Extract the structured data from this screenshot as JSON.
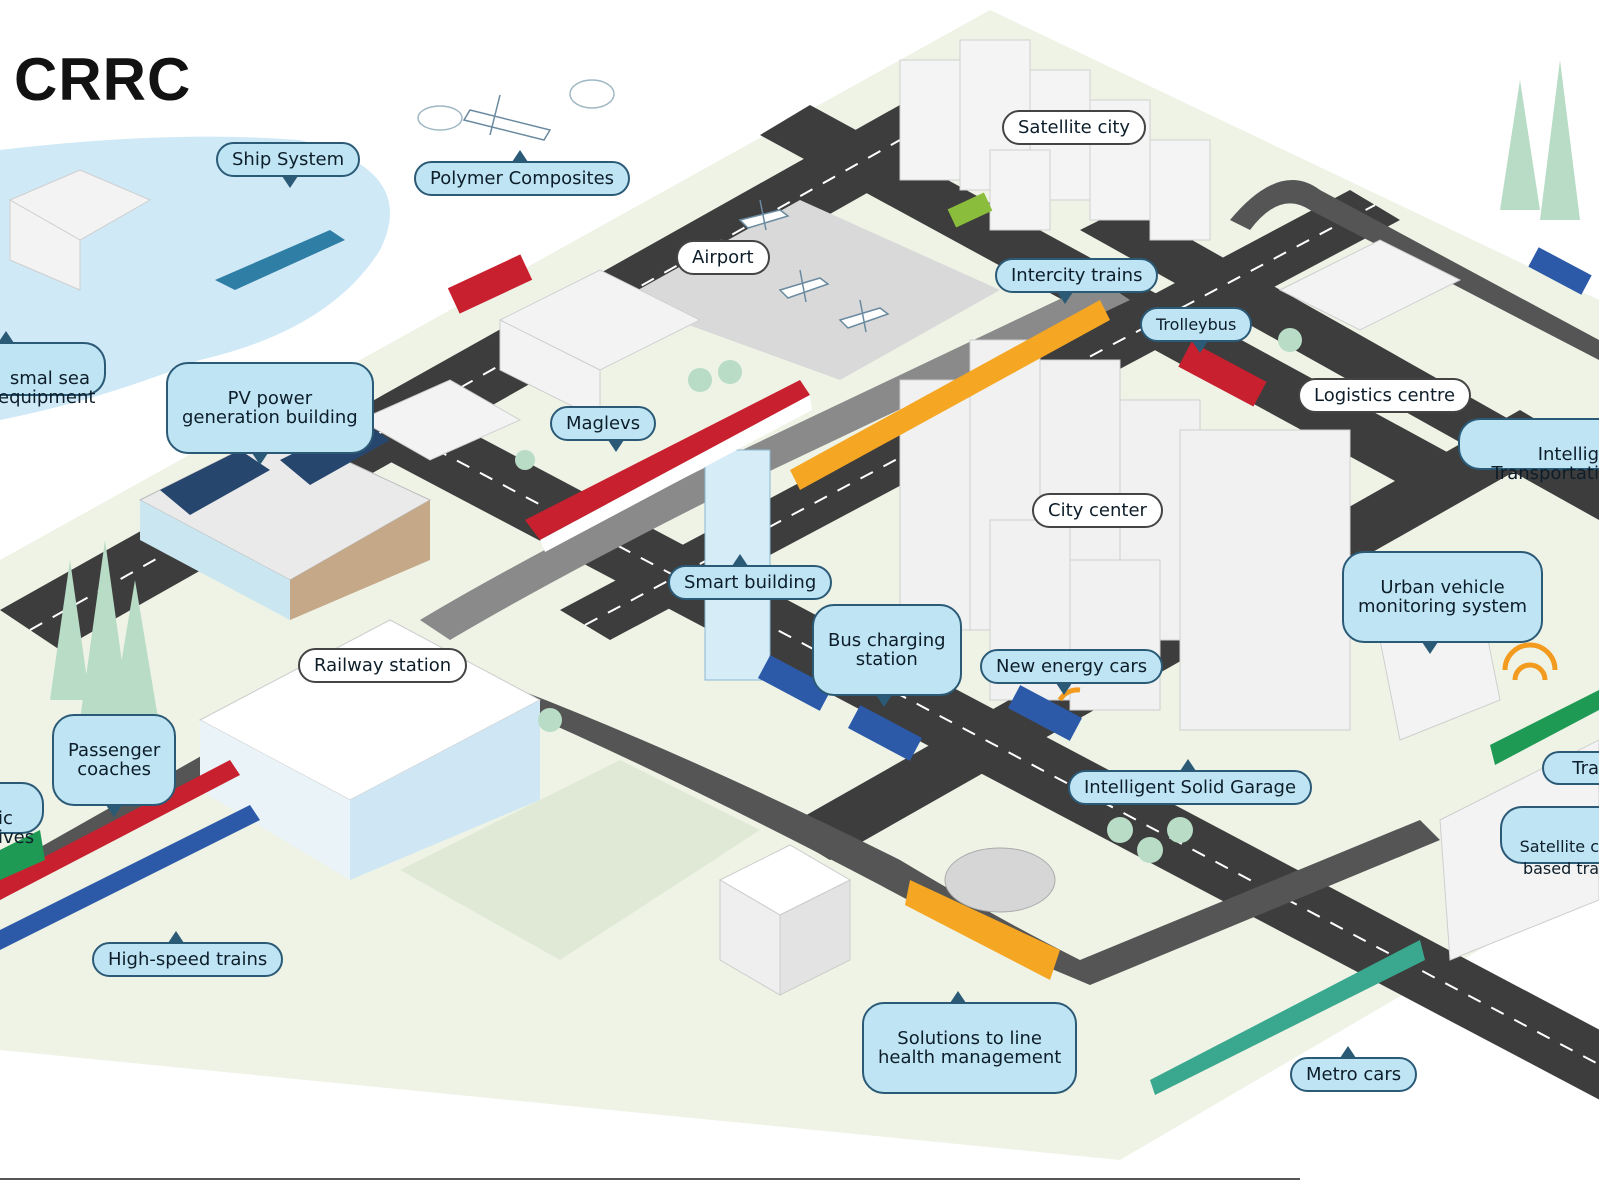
{
  "logo": "CRRC",
  "labels": {
    "ship_system": "Ship System",
    "polymer_composites": "Polymer Composites",
    "satellite_city": "Satellite city",
    "airport": "Airport",
    "intercity_trains": "Intercity trains",
    "trolleybus": "Trolleybus",
    "logistics_centre": "Logistics centre",
    "intelligent_transportation": "Intellig\nTransportati",
    "sea_equipment": "smal sea\nequipment",
    "pv_power": "PV power\ngeneration building",
    "maglevs": "Maglevs",
    "city_center": "City center",
    "smart_building": "Smart building",
    "bus_charging": "Bus charging\nstation",
    "urban_vehicle": "Urban vehicle\nmonitoring system",
    "railway_station": "Railway station",
    "new_energy_cars": "New energy cars",
    "passenger_coaches": "Passenger\ncoaches",
    "electric_locomotives": "ic\nives",
    "intelligent_garage": "Intelligent Solid Garage",
    "trams": "Tra",
    "satellite_based": "Satellite c\nbased tra",
    "high_speed_trains": "High-speed trains",
    "line_health": "Solutions to line\nhealth management",
    "metro_cars": "Metro cars"
  },
  "colors": {
    "road": "#3d3d3d",
    "ground": "#e8efe0",
    "water": "#cfe9f6",
    "callout_fill": "#bfe4f4",
    "callout_border": "#2b5a76",
    "train_red": "#c8202e",
    "train_orange": "#f5a623",
    "train_blue": "#2c5aa8",
    "train_green": "#1f9a55",
    "metro_teal": "#3aa88f",
    "building": "#f2f2f2",
    "tree": "#b8dcc6"
  }
}
